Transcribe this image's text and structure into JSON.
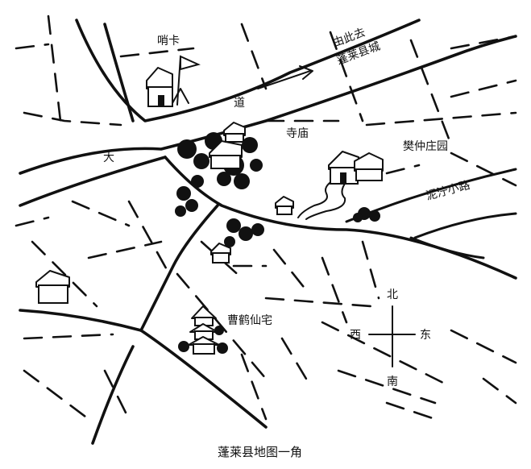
{
  "map": {
    "caption": "蓬莱县地图一角",
    "labels": {
      "checkpoint": "哨卡",
      "to_city_line1": "由此去",
      "to_city_line2": "蓬莱县城",
      "road_char_1": "道",
      "road_char_2": "大",
      "temple": "寺庙",
      "fan_manor": "樊仲庄园",
      "muddy_path": "泥泞小路",
      "cao_residence": "曹鹤仙宅"
    },
    "compass": {
      "north": "北",
      "south": "南",
      "east": "东",
      "west": "西"
    }
  }
}
